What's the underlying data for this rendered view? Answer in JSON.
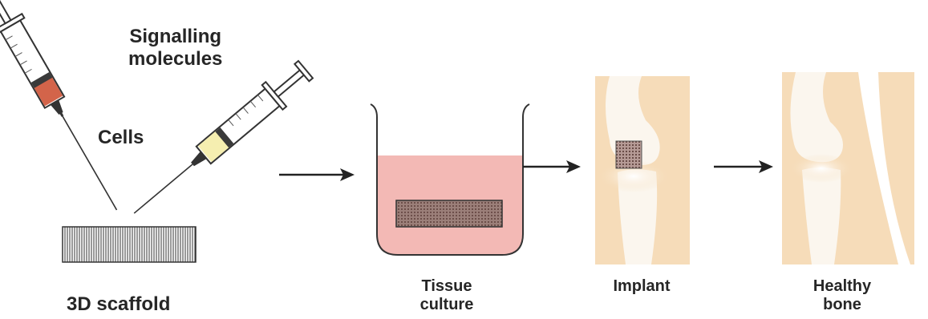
{
  "labels": {
    "signalling": "Signalling\nmolecules",
    "cells": "Cells",
    "scaffold": "3D scaffold",
    "tissue_culture": "Tissue\nculture",
    "implant": "Implant",
    "healthy_bone": "Healthy\nbone"
  },
  "colors": {
    "cells_fill": "#d3644a",
    "signalling_fill": "#f5eeb0",
    "culture_medium": "#f3b9b5",
    "skin": "#f6dcb9",
    "bone": "#fbf6ee",
    "implant_grid": "#7a5d58"
  }
}
